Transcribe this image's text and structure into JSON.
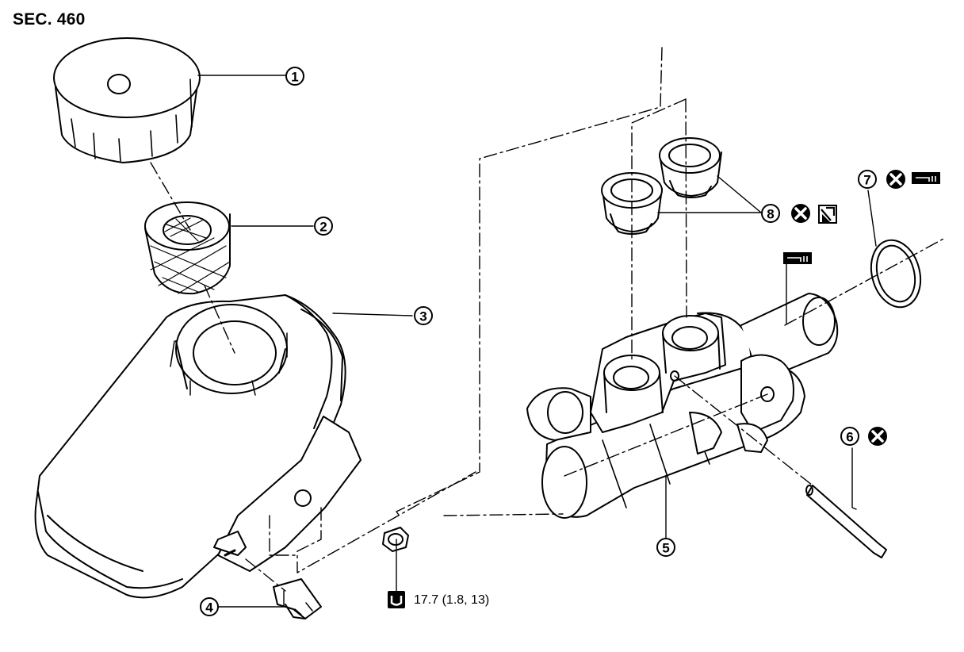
{
  "diagram": {
    "section_label": "SEC. 460",
    "callouts": {
      "reservoir_cap": "1",
      "strainer": "2",
      "reservoir_tank": "3",
      "clip": "4",
      "master_cylinder": "5",
      "pin": "6",
      "o_ring": "7",
      "grommets": "8"
    },
    "torque_spec": "17.7 (1.8, 13)",
    "icons": [
      "do-not-reuse-icon",
      "brake-fluid-icon",
      "grease-icon",
      "torque-wrench-icon"
    ]
  }
}
